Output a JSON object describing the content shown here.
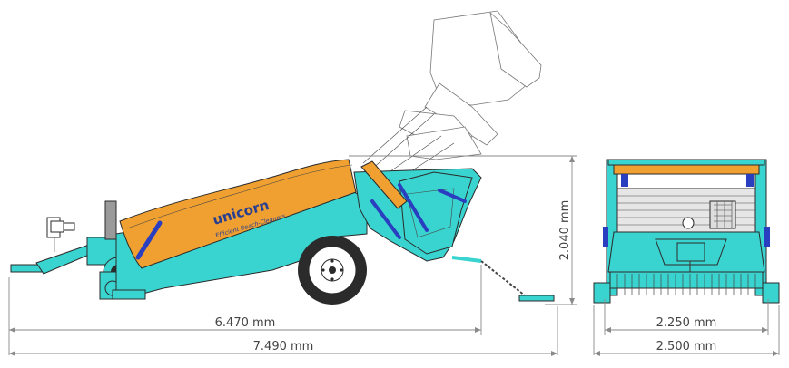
{
  "drawing": {
    "brand": {
      "name": "unicorn",
      "tagline": "Efficient Beach-Cleaners"
    },
    "dimensions": {
      "length_inner": "6.470 mm",
      "length_overall": "7.490 mm",
      "height": "2.040 mm",
      "width_inner": "2.250 mm",
      "width_overall": "2.500 mm"
    },
    "colors": {
      "body_teal": "#3ad4d0",
      "conveyor_orange": "#f0a030",
      "hydraulic_blue": "#2a3fbf",
      "tire": "#2b2b2b",
      "ghost_hopper": "#ffffff",
      "dimension_line": "#8a8a8a"
    }
  }
}
